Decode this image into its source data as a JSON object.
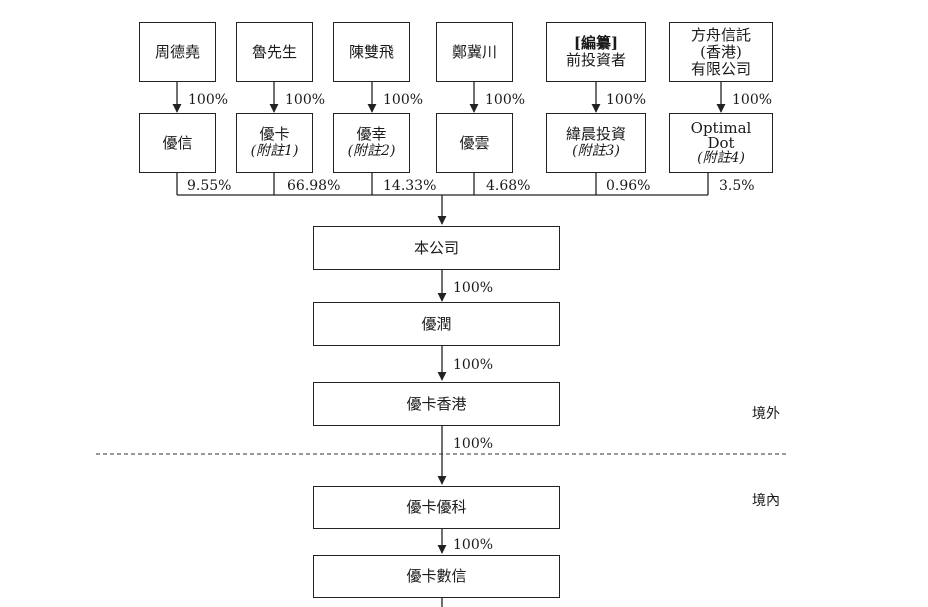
{
  "owners": [
    {
      "name": "周德堯"
    },
    {
      "name": "魯先生"
    },
    {
      "name": "陳雙飛"
    },
    {
      "name": "鄭冀川"
    },
    {
      "name_tag": "[編纂]",
      "name": "前投資者"
    },
    {
      "name": "方舟信託",
      "name2": "(香港)",
      "name3": "有限公司"
    }
  ],
  "owner_pct": "100%",
  "holders": [
    {
      "name": "優信",
      "pct": "9.55%"
    },
    {
      "name": "優卡",
      "note": "(附註1)",
      "pct": "66.98%"
    },
    {
      "name": "優幸",
      "note": "(附註2)",
      "pct": "14.33%"
    },
    {
      "name": "優雲",
      "pct": "4.68%"
    },
    {
      "name": "緯晨投資",
      "note": "(附註3)",
      "pct": "0.96%"
    },
    {
      "name": "Optimal",
      "name2": "Dot",
      "note": "(附註4)",
      "pct": "3.5%"
    }
  ],
  "chain": [
    {
      "name": "本公司"
    },
    {
      "name": "優潤",
      "pct": "100%"
    },
    {
      "name": "優卡香港",
      "pct": "100%"
    },
    {
      "name": "優卡優科",
      "pct": "100%"
    },
    {
      "name": "優卡數信",
      "pct": "100%"
    }
  ],
  "regions": {
    "offshore": "境外",
    "onshore": "境內"
  }
}
